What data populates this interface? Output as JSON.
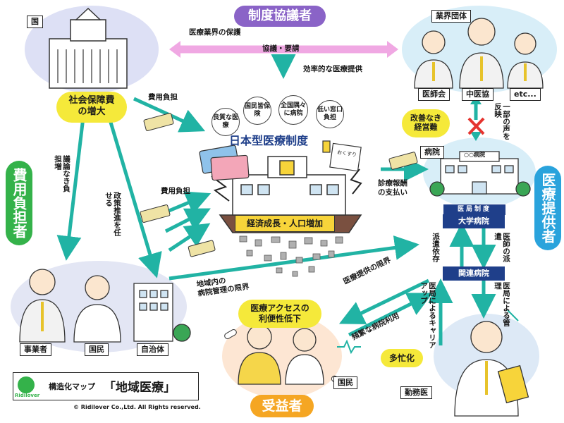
{
  "nodes": {
    "kuni": "国",
    "seido_kyogisha": "制度協議者",
    "gyokai_dantai": "業界団体",
    "hogo": "医療業界の保護",
    "kyogi_yosei": "協議・要請",
    "koritsu": "効率的な医療提供",
    "shakai_hosho": "社会保障費\nの増大",
    "ishikai": "医師会",
    "chuikyo": "中医協",
    "etc": "etc...",
    "hiyo_futan_top": "費用負担",
    "kaizen_naki": "改善なき\n経営難",
    "ichibu_koe": "一部の声を反映",
    "byoin": "病院",
    "byoin_sign": "○○病院",
    "nihon_gata": "日本型医療制度",
    "features": [
      "良質な医療",
      "国民皆保険",
      "全国隅々に病院",
      "低い窓口負担"
    ],
    "keizai": "経済成長・人口増加",
    "okusuri": "おくすり",
    "shinryo_hoshu": "診療報酬\nの支払い",
    "iryo_teikyosha": "医療提供者",
    "hiyo_futansha": "費用負担者",
    "giron_naki": "議論なき負担増",
    "seisaku_suishin": "政策推進を任せる",
    "hiyo_futan_mid": "費用負担",
    "ikyoku_seido": "医局制度",
    "daigaku_byoin": "大学病院",
    "ishi_haken": "医師の派遣",
    "haken_izon": "派遣依存",
    "kanren_byoin": "関連病院",
    "chiiki_nai": "地域内の\n病院管理の限界",
    "iryo_teikyo_genkai": "医療提供の限界",
    "ikyoku_kanri": "医局による管理",
    "ikyoku_career": "医局によるキャリアアップ",
    "hinpan": "頻繁な病院利用",
    "access": "医療アクセスの\n利便性低下",
    "jigyosha": "事業者",
    "kokumin_left": "国民",
    "jichitai": "自治体",
    "kokumin_bottom": "国民",
    "taboka": "多忙化",
    "kinmui": "勤務医",
    "juekisha": "受益者",
    "map_label": "構造化マップ",
    "map_title": "「地域医療」",
    "logo_text": "Ridilover",
    "copyright": "© Ridilover Co.,Ltd. All Rights reserved."
  },
  "colors": {
    "teal": "#21b3a4",
    "green": "#34b24a",
    "blue": "#2aa3dc",
    "purple": "#8a63c7",
    "orange": "#f5a623",
    "yellow": "#f5e93a",
    "navy": "#1f3f8a",
    "pink": "#f5c9ec"
  }
}
